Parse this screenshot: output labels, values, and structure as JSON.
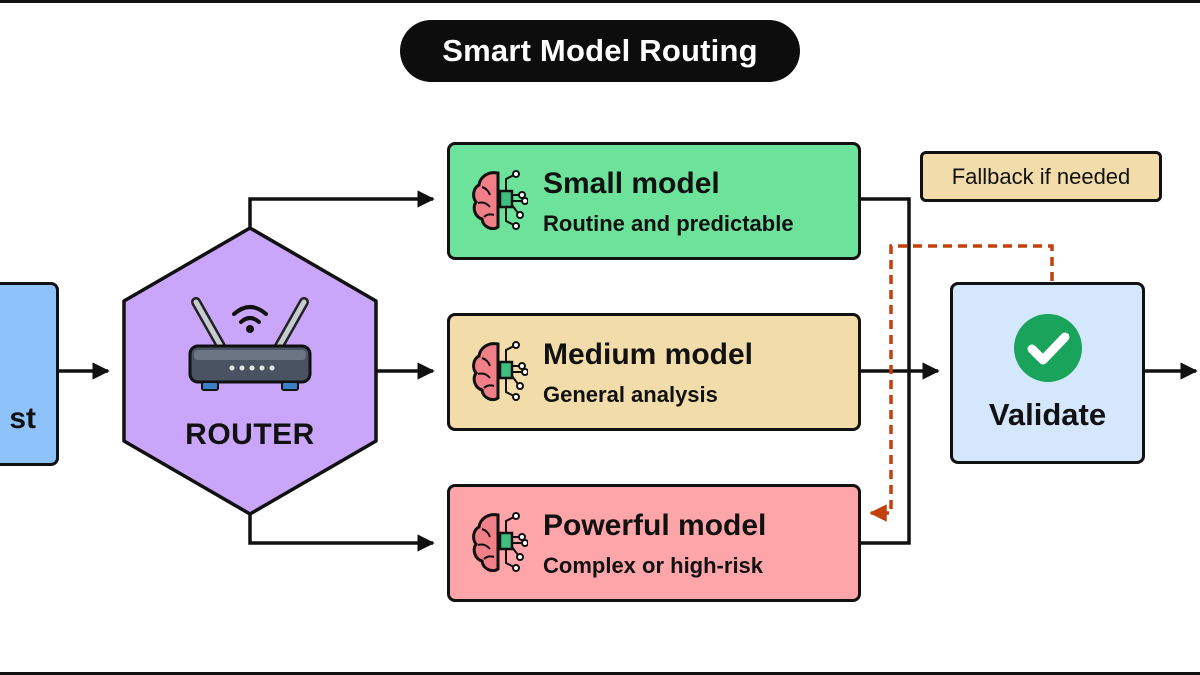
{
  "title": "Smart Model Routing",
  "input": {
    "label": "st"
  },
  "router": {
    "label": "ROUTER",
    "icon": "wifi-router-icon",
    "color": "#c9a6f9"
  },
  "models": [
    {
      "title": "Small model",
      "description": "Routine and predictable",
      "color": "#6ce29b",
      "icon": "brain-chip-icon"
    },
    {
      "title": "Medium model",
      "description": "General analysis",
      "color": "#f1dcaa",
      "icon": "brain-chip-icon"
    },
    {
      "title": "Powerful model",
      "description": "Complex or high-risk",
      "color": "#fda5a8",
      "icon": "brain-chip-icon"
    }
  ],
  "fallback": {
    "label": "Fallback if needed",
    "color": "#c2410c"
  },
  "validate": {
    "label": "Validate",
    "icon": "check-circle-icon",
    "color": "#1aa35a"
  }
}
